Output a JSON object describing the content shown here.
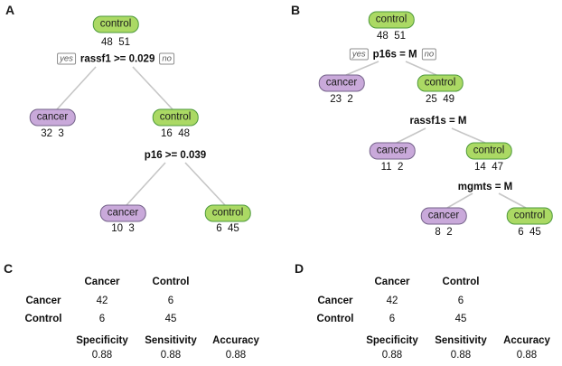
{
  "colors": {
    "control_node_fill": "#abd964",
    "control_node_border": "#4e9a3c",
    "cancer_node_fill": "#c9a9da",
    "cancer_node_border": "#746289",
    "edge_gray": "#c6c6c6"
  },
  "panels": {
    "a": {
      "label": "A",
      "tree": {
        "root": {
          "label": "control",
          "counts": "48  51"
        },
        "split1": {
          "yes": "yes",
          "no": "no",
          "condition": "rassf1 >= 0.029"
        },
        "node_cancer1": {
          "label": "cancer",
          "counts": "32  3"
        },
        "node_control1": {
          "label": "control",
          "counts": "16  48"
        },
        "split2": {
          "condition": "p16 >= 0.039"
        },
        "node_cancer2": {
          "label": "cancer",
          "counts": "10  3"
        },
        "node_control2": {
          "label": "control",
          "counts": "6  45"
        }
      }
    },
    "b": {
      "label": "B",
      "tree": {
        "root": {
          "label": "control",
          "counts": "48  51"
        },
        "split1": {
          "yes": "yes",
          "no": "no",
          "condition": "p16s = M"
        },
        "node_cancer1": {
          "label": "cancer",
          "counts": "23  2"
        },
        "node_control1": {
          "label": "control",
          "counts": "25  49"
        },
        "split2": {
          "condition": "rassf1s = M"
        },
        "node_cancer2": {
          "label": "cancer",
          "counts": "11  2"
        },
        "node_control2": {
          "label": "control",
          "counts": "14  47"
        },
        "split3": {
          "condition": "mgmts = M"
        },
        "node_cancer3": {
          "label": "cancer",
          "counts": "8  2"
        },
        "node_control3": {
          "label": "control",
          "counts": "6  45"
        }
      }
    },
    "c": {
      "label": "C",
      "table": {
        "col_headers": [
          "Cancer",
          "Control"
        ],
        "rows": [
          {
            "label": "Cancer",
            "values": [
              "42",
              "6"
            ]
          },
          {
            "label": "Control",
            "values": [
              "6",
              "45"
            ]
          }
        ],
        "metric_headers": [
          "Specificity",
          "Sensitivity",
          "Accuracy"
        ],
        "metric_values": [
          "0.88",
          "0.88",
          "0.88"
        ]
      }
    },
    "d": {
      "label": "D",
      "table": {
        "col_headers": [
          "Cancer",
          "Control"
        ],
        "rows": [
          {
            "label": "Cancer",
            "values": [
              "42",
              "6"
            ]
          },
          {
            "label": "Control",
            "values": [
              "6",
              "45"
            ]
          }
        ],
        "metric_headers": [
          "Specificity",
          "Sensitivity",
          "Accuracy"
        ],
        "metric_values": [
          "0.88",
          "0.88",
          "0.88"
        ]
      }
    }
  }
}
